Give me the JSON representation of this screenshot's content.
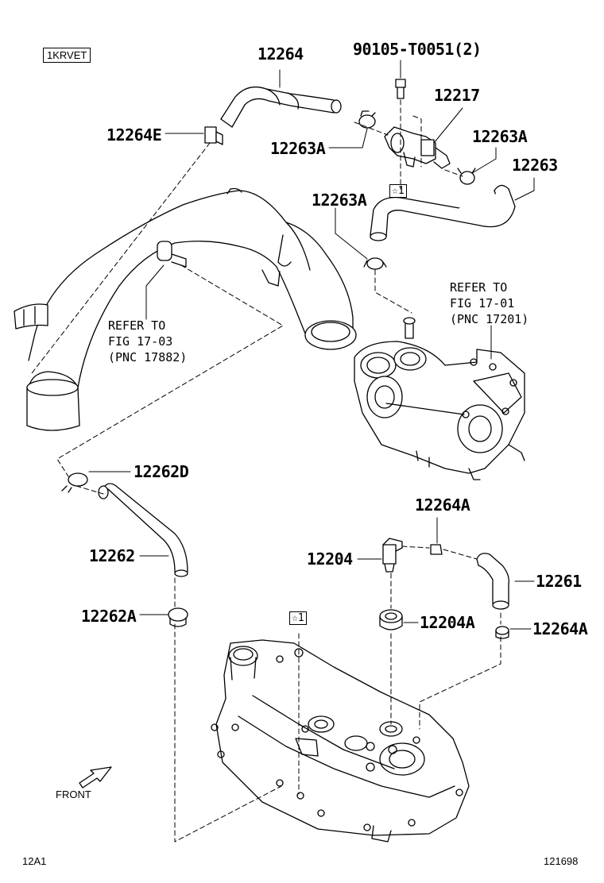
{
  "engine_code": "1KRVET",
  "front_label": "FRONT",
  "page_code": "12A1",
  "figure_number": "121698",
  "labels": {
    "p12264": "12264",
    "p90105": "90105-T0051(2)",
    "p12217": "12217",
    "p12264E": "12264E",
    "p12263A_1": "12263A",
    "p12263A_2": "12263A",
    "p12263": "12263",
    "p12263A_3": "12263A",
    "star1_a": "☆1",
    "star1_b": "☆1",
    "p12262D": "12262D",
    "p12264A_1": "12264A",
    "p12262": "12262",
    "p12204": "12204",
    "p12261": "12261",
    "p12262A": "12262A",
    "p12204A": "12204A",
    "p12264A_2": "12264A"
  },
  "refs": {
    "ref1": "REFER TO\nFIG 17-03\n(PNC 17882)",
    "ref2": "REFER TO\nFIG 17-01\n(PNC 17201)"
  }
}
